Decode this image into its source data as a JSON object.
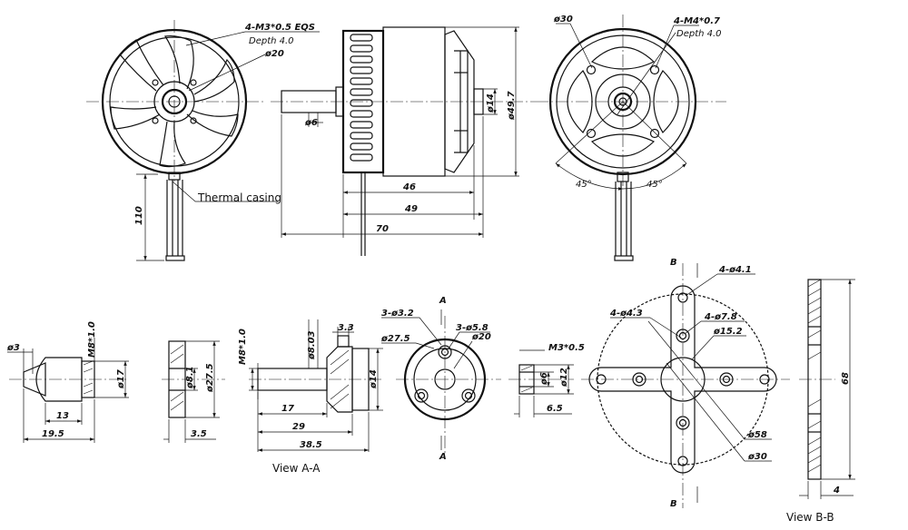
{
  "labels": {
    "front_thread": "4-M3*0.5 EQS",
    "front_depth": "Depth 4.0",
    "front_dia": "ø20",
    "thermal": "Thermal casing",
    "lead_len": "110",
    "side_shaft": "ø6",
    "side_d14": "ø14",
    "side_d497": "ø49.7",
    "len46": "46",
    "len49": "49",
    "len70": "70",
    "rear_d30": "ø30",
    "rear_thread": "4-M4*0.7",
    "rear_depth": "Depth 4.0",
    "rear_ang1": "45°",
    "rear_ang2": "45°",
    "nut_d3": "ø3",
    "nut_m8": "M8*1.0",
    "nut_d17": "ø17",
    "nut_13": "13",
    "nut_195": "19.5",
    "wash_d81": "ø8.1",
    "wash_d275": "ø27.5",
    "wash_35": "3.5",
    "ad_m8": "M8*1.0",
    "ad_d803": "ø8.03",
    "ad_33": "3.3",
    "ad_d14": "ø14",
    "ad_17": "17",
    "ad_29": "29",
    "ad_385": "38.5",
    "view_aa": "View A-A",
    "a_top": "A",
    "a_bot": "A",
    "ad_3d32": "3-ø3.2",
    "ad_3d58": "3-ø5.8",
    "ad_d275": "ø27.5",
    "ad_d20": "ø20",
    "col_m3": "M3*0.5",
    "col_d6": "ø6",
    "col_d12": "ø12",
    "col_65": "6.5",
    "b_top": "B",
    "b_bot": "B",
    "cr_4d41": "4-ø4.1",
    "cr_4d43": "4-ø4.3",
    "cr_4d78": "4-ø7.8",
    "cr_d152": "ø15.2",
    "cr_d58": "ø58",
    "cr_d30": "ø30",
    "bb_68": "68",
    "bb_4": "4",
    "view_bb": "View B-B"
  }
}
